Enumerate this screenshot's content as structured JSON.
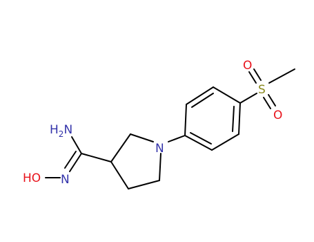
{
  "colors": {
    "bond": "#000000",
    "nitrogen": "#3333aa",
    "oxygen": "#e8121b",
    "sulfur": "#8a8a1e",
    "background": "#ffffff"
  },
  "atoms": {
    "nh2": {
      "main": "H",
      "sub": "2",
      "tail": "N"
    },
    "ho": {
      "main": "HO"
    },
    "n_oxime": {
      "main": "N"
    },
    "n_ring": {
      "main": "N"
    },
    "s": {
      "main": "S"
    },
    "o_top": {
      "main": "O"
    },
    "o_bottom": {
      "main": "O"
    }
  }
}
